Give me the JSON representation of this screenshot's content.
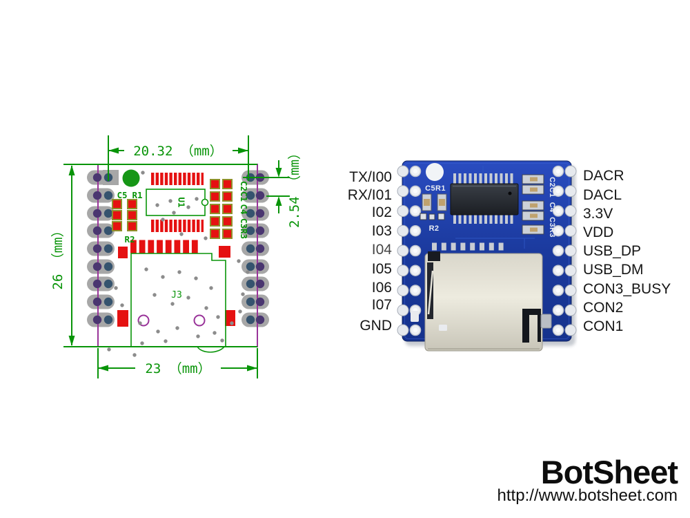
{
  "diagram": {
    "dimensions": {
      "width_top": "20.32 （mm）",
      "pin_pitch": "2.54 （mm）",
      "height": "26 （mm）",
      "width_bottom": "23 （mm）"
    },
    "refs": {
      "c5": "C5",
      "r1": "R1",
      "r2": "R2",
      "u1": "U1",
      "c2c1": "C2C1",
      "c4": "C4",
      "c3r3": "C3R3",
      "j3": "J3"
    },
    "colors": {
      "outline": "#993399",
      "dimension_green": "#089408",
      "pad_red": "#e51111",
      "pad_gray": "#a7a7a7"
    }
  },
  "module": {
    "board_color": "#1b3a9e",
    "left_pins": [
      "TX/I00",
      "RX/I01",
      "I02",
      "I03",
      "I04",
      "I05",
      "I06",
      "I07",
      "GND"
    ],
    "right_pins": [
      "DACR",
      "DACL",
      "3.3V",
      "VDD",
      "USB_DP",
      "USB_DM",
      "CON3_BUSY",
      "CON2",
      "CON1"
    ],
    "silkscreen": {
      "c5r1": "C5R1",
      "r2": "R2",
      "c2c1": "C2C1",
      "c4": "C4",
      "c3r3": "C3R3"
    }
  },
  "branding": {
    "name": "BotSheet",
    "url": "http://www.botsheet.com"
  }
}
